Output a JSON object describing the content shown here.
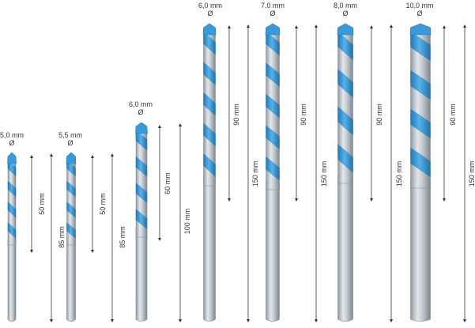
{
  "diameter_symbol": "Ø",
  "colors": {
    "flute_blue": "#3a9ad9",
    "flute_blue_dark": "#1f78b8",
    "shank_grey": "#b9c1c8",
    "shank_grey_dark": "#7f8a94",
    "arrow": "#333333"
  },
  "bits": [
    {
      "id": "d5",
      "diameter": "5,0 mm",
      "flute_length": "50 mm",
      "total_length": "85 mm"
    },
    {
      "id": "d5_5",
      "diameter": "5,5 mm",
      "flute_length": "50 mm",
      "total_length": "85 mm"
    },
    {
      "id": "d6a",
      "diameter": "6,0 mm",
      "flute_length": "60 mm",
      "total_length": "100 mm"
    },
    {
      "id": "d6b",
      "diameter": "6,0 mm",
      "flute_length": "90 mm",
      "total_length": "150 mm"
    },
    {
      "id": "d7",
      "diameter": "7,0 mm",
      "flute_length": "90 mm",
      "total_length": "150 mm"
    },
    {
      "id": "d8",
      "diameter": "8,0 mm",
      "flute_length": "90 mm",
      "total_length": "150 mm"
    },
    {
      "id": "d10",
      "diameter": "10,0 mm",
      "flute_length": "90 mm",
      "total_length": "150 mm"
    }
  ]
}
